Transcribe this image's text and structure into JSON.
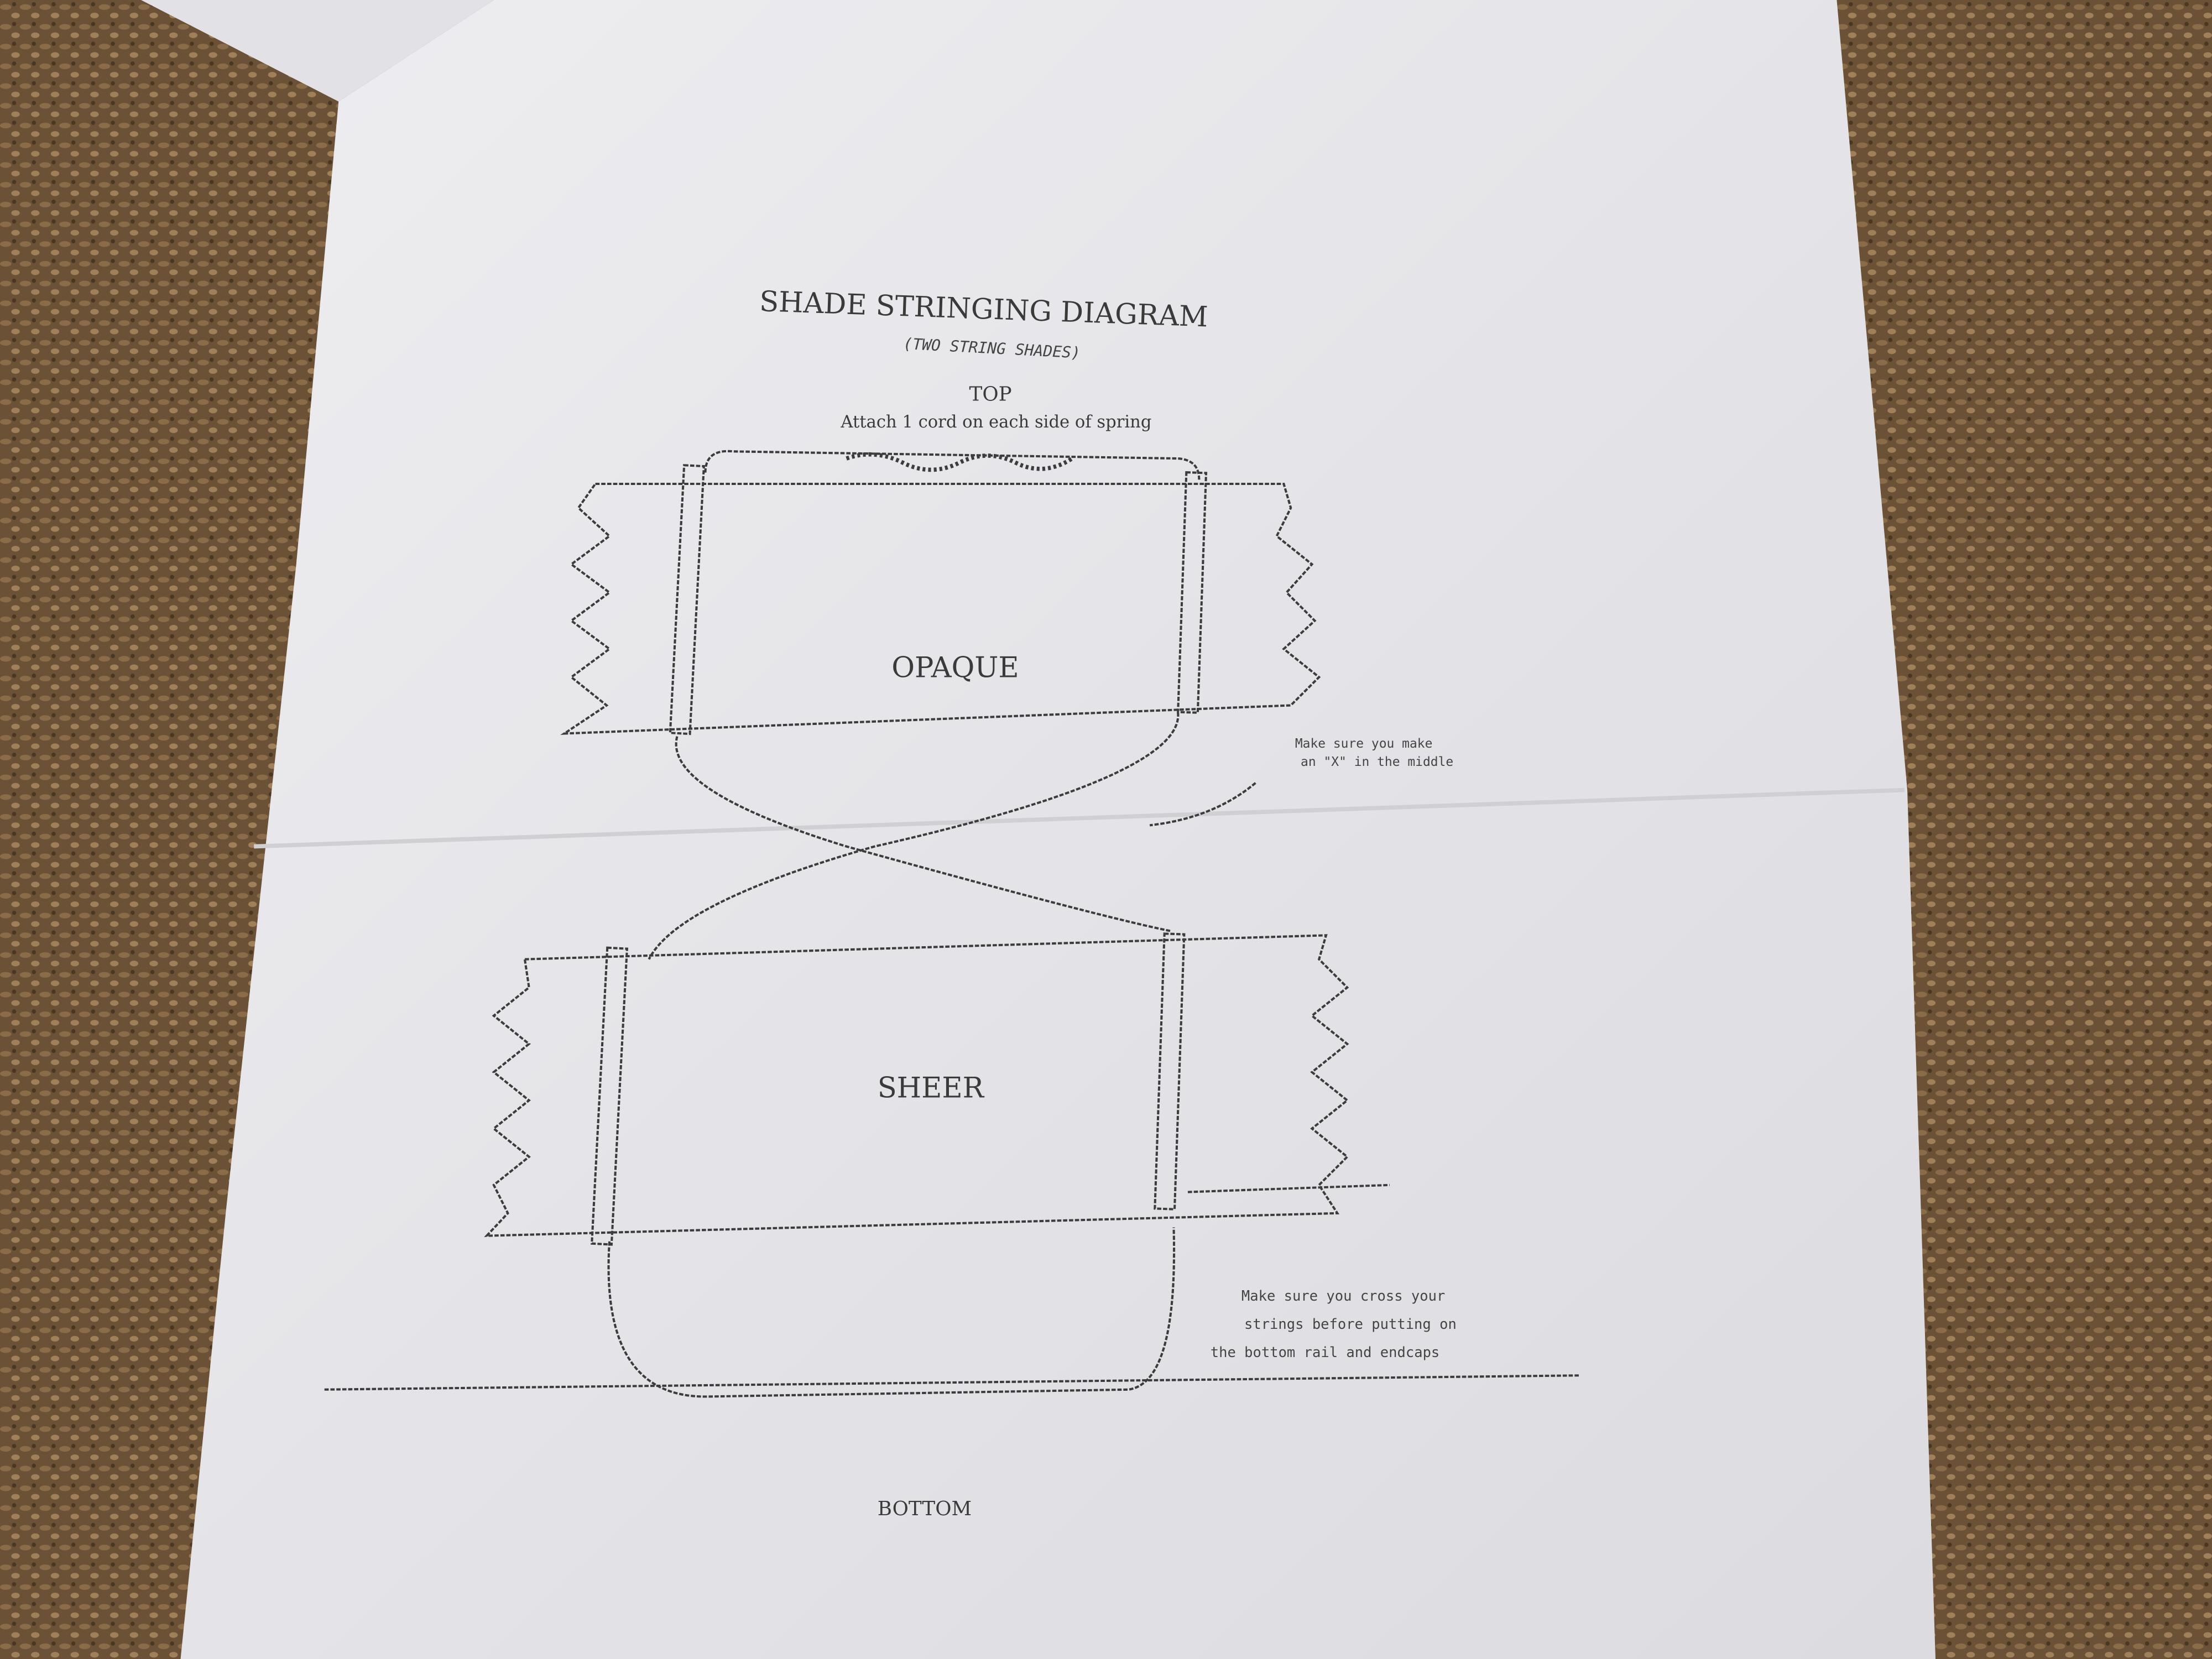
{
  "document": {
    "title": "SHADE STRINGING DIAGRAM",
    "subtitle": "(TWO STRING SHADES)",
    "top_label": "TOP",
    "spring_note": "Attach 1 cord on each side of spring",
    "upper_panel_label": "OPAQUE",
    "middle_note_line1": "Make sure you make",
    "middle_note_line2": "an \"X\" in the middle",
    "lower_panel_label": "SHEER",
    "bottom_note_line1": "Make sure you cross your",
    "bottom_note_line2": "strings before putting on",
    "bottom_note_line3": "the bottom rail and endcaps",
    "bottom_label": "BOTTOM"
  },
  "colors": {
    "carpet": "#6b5236",
    "paper": "#e9e9ec",
    "ink": "#3a3a3a"
  }
}
